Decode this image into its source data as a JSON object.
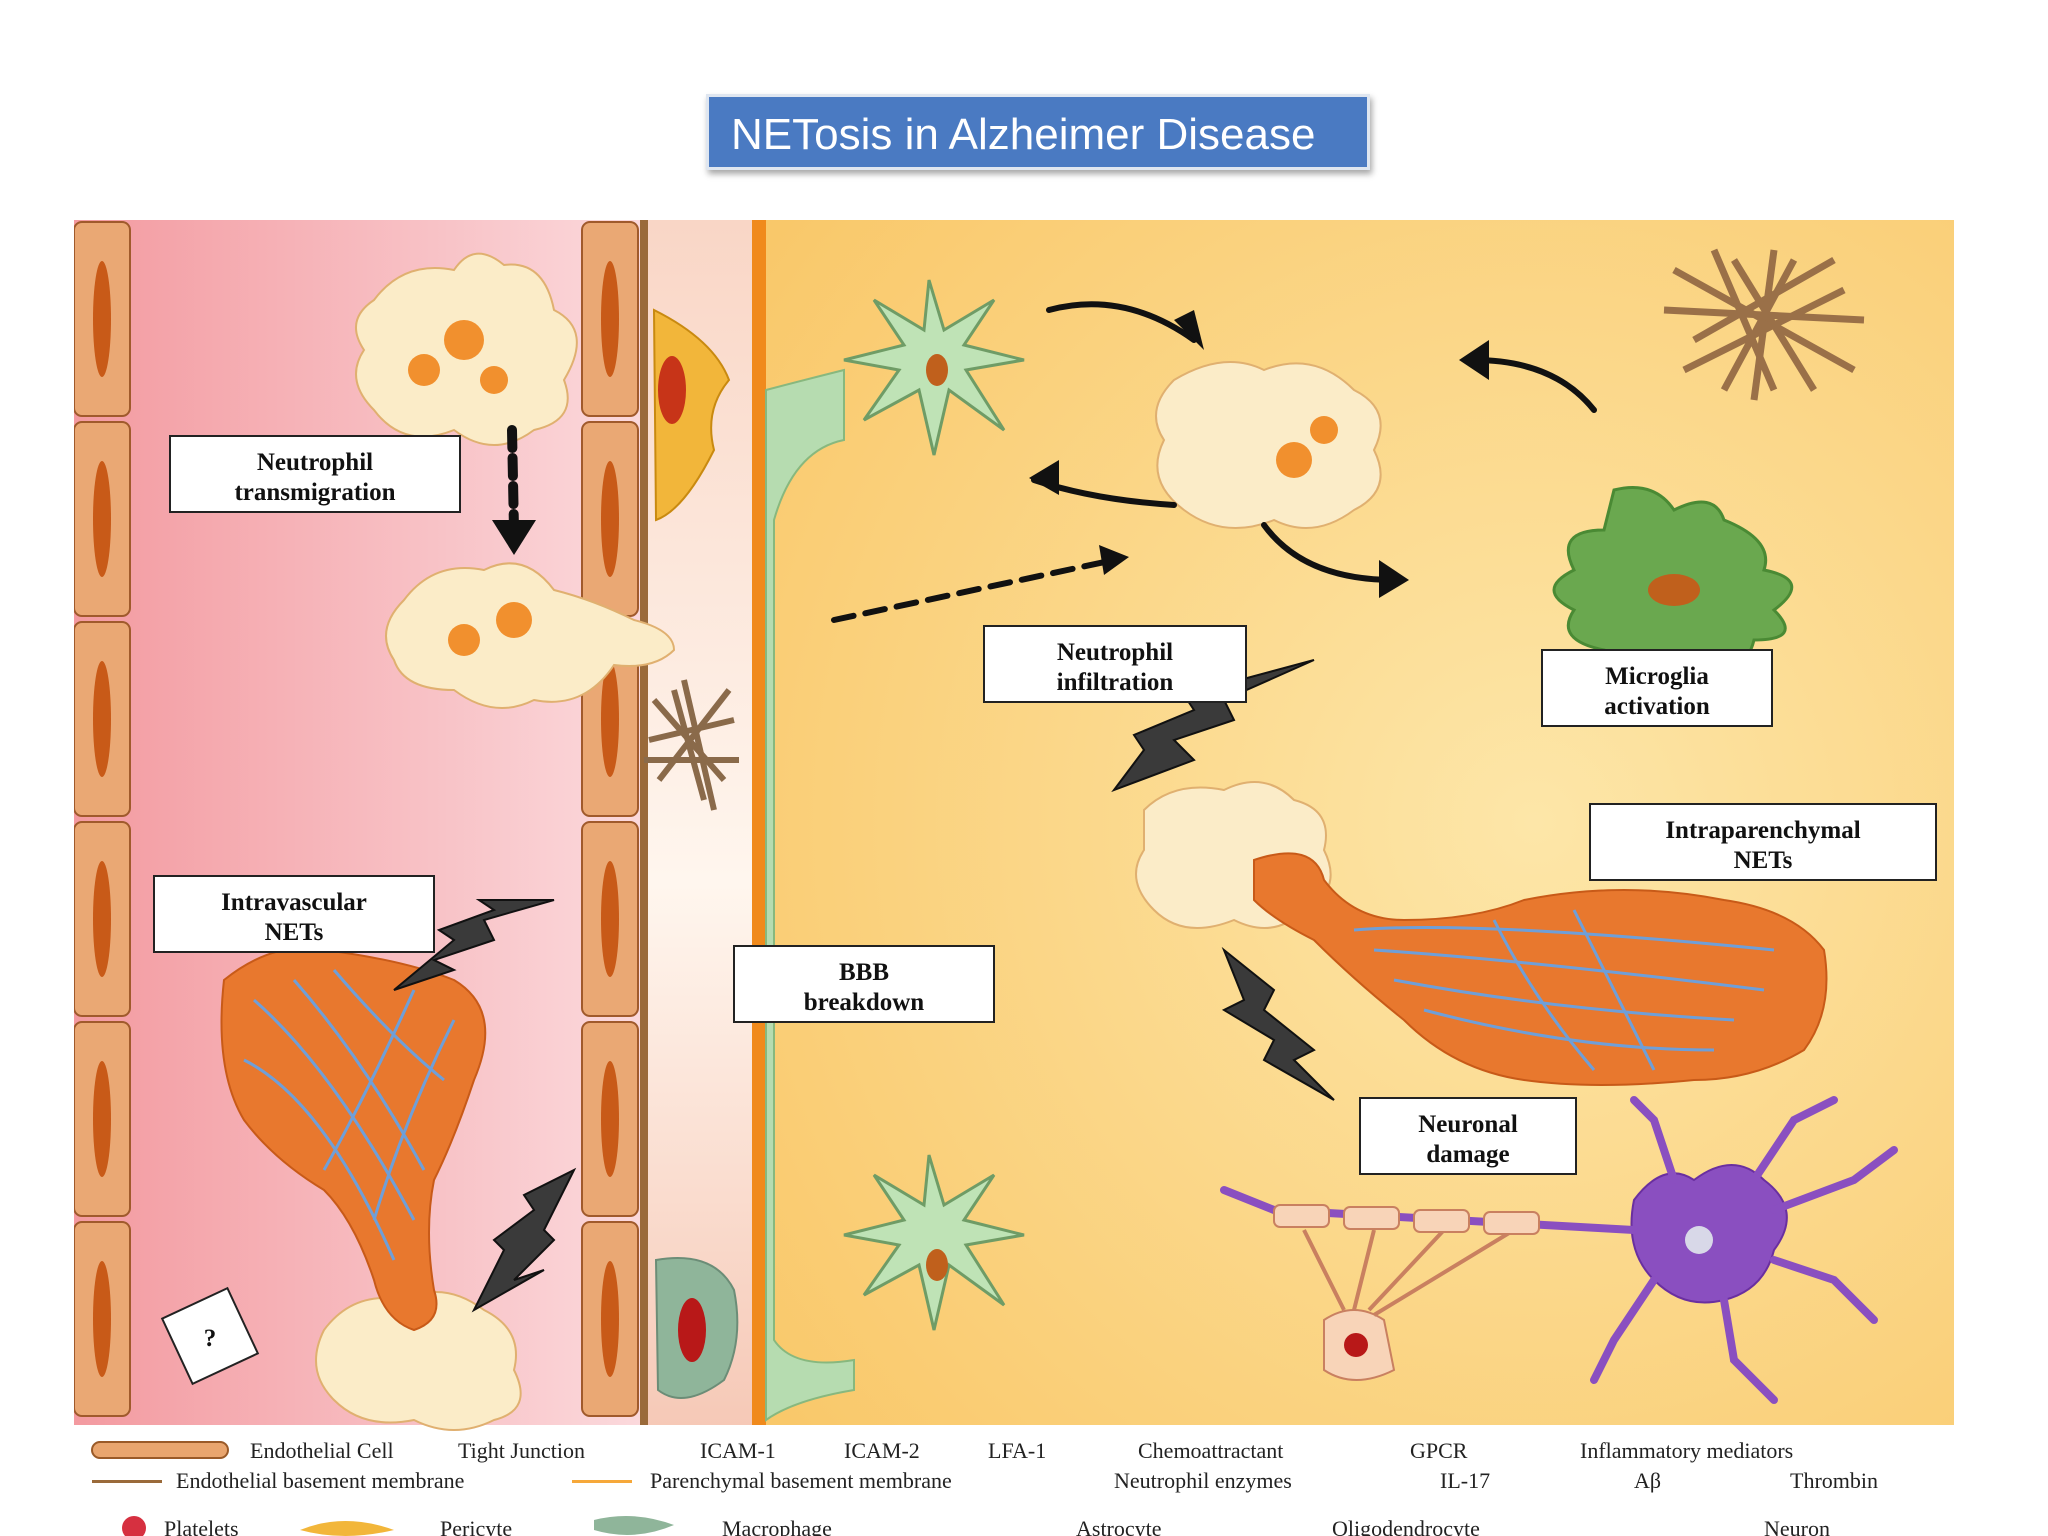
{
  "title": "NETosis in Alzheimer Disease",
  "labels": {
    "neutrophil_transmigration": [
      "Neutrophil",
      "transmigration"
    ],
    "intravascular_nets": [
      "Intravascular",
      "NETs"
    ],
    "bbb_breakdown": [
      "BBB",
      "breakdown"
    ],
    "neutrophil_infiltration": [
      "Neutrophil",
      "infiltration"
    ],
    "microglia_activation": [
      "Microglia",
      "activation"
    ],
    "intraparenchymal_nets": [
      "Intraparenchymal",
      "NETs"
    ],
    "neuronal_damage": [
      "Neuronal",
      "damage"
    ],
    "unknown_mark": "?"
  },
  "legend": {
    "row1": [
      "Endothelial Cell",
      "Tight Junction",
      "ICAM-1",
      "ICAM-2",
      "LFA-1",
      "Chemoattractant",
      "GPCR",
      "Inflammatory mediators"
    ],
    "row2": [
      "Endothelial basement membrane",
      "Parenchymal basement membrane",
      "Neutrophil enzymes",
      "IL-17",
      "Aβ",
      "Thrombin"
    ],
    "row3": [
      "Platelets",
      "Pericyte",
      "Macrophage",
      "Astrocyte",
      "Oligodendrocyte",
      "Neuron"
    ]
  },
  "colors": {
    "vessel_bg": "#f4b5b9",
    "parenchyma_bg": "#fbd27a",
    "endothelial_cell": "#e9a56e",
    "neutrophil": "#fbecc8",
    "net_orange": "#e8782e",
    "microglia": "#6aa84f",
    "neuron": "#8a4fc0",
    "title_bg": "#4a7ac2"
  }
}
